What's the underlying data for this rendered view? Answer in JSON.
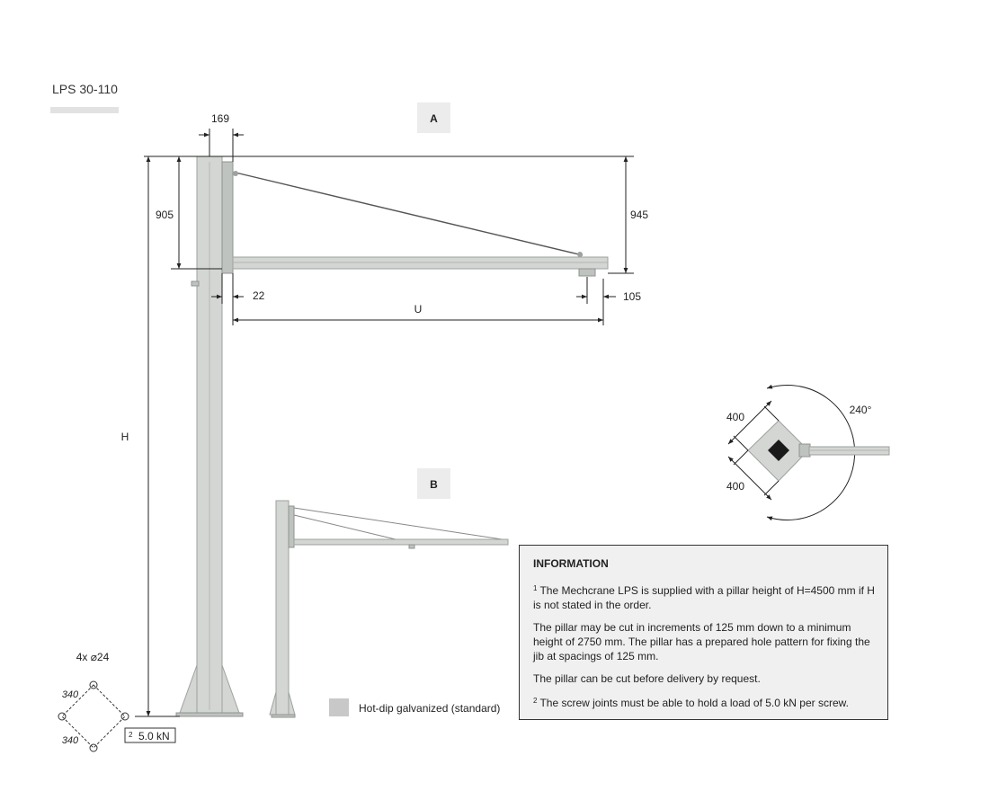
{
  "product": {
    "title": "LPS 30-110"
  },
  "views": {
    "a_label": "A",
    "b_label": "B"
  },
  "dimensions": {
    "pillar_top_width": "169",
    "height_left": "905",
    "height_right": "945",
    "pillar_height": "H",
    "offset": "22",
    "outreach": "U",
    "end_offset": "105",
    "plate_side_top": "400",
    "plate_side_bottom": "400",
    "slew_angle": "240°"
  },
  "foundation": {
    "bolts": "4x ⌀24",
    "spacing_top": "340",
    "spacing_bottom": "340",
    "load_note_sup": "2",
    "load_note": "5.0 kN"
  },
  "legend": {
    "label": "Hot-dip galvanized (standard)",
    "swatch_color": "#c8c8c8"
  },
  "info": {
    "title": "INFORMATION",
    "p1_sup": "1",
    "p1": "The Mechcrane LPS is supplied with a pillar height of H=4500 mm if H is not stated in the order.",
    "p2": "The pillar may be cut in increments of 125 mm down to a minimum height of 2750 mm. The pillar has a prepared hole pattern for fixing the jib at spacings of 125 mm.",
    "p3": "The pillar can be cut before delivery by request.",
    "p4_sup": "2",
    "p4": "The screw joints must be able to hold a load of 5.0 kN per screw."
  }
}
